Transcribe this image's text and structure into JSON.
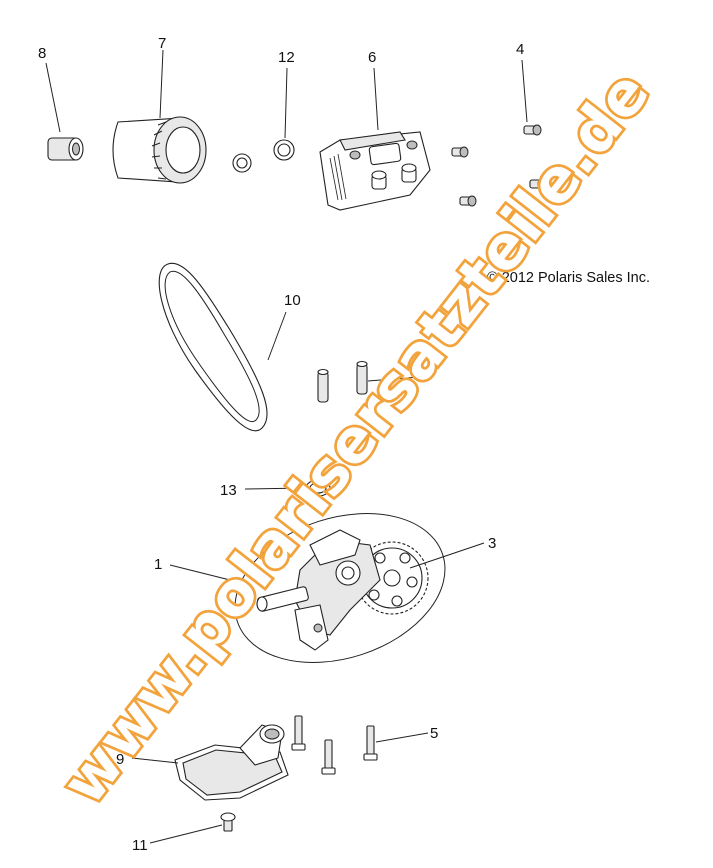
{
  "copyright": "© 2012 Polaris Sales Inc.",
  "watermark": "www.polarisersatzteile.de",
  "watermark_color": "#f2a33c",
  "callouts": {
    "c1": "1",
    "c2": "2",
    "c3": "3",
    "c4": "4",
    "c5": "5",
    "c6": "6",
    "c7": "7",
    "c8": "8",
    "c9": "9",
    "c10": "10",
    "c11": "11",
    "c12": "12",
    "c13": "13"
  }
}
